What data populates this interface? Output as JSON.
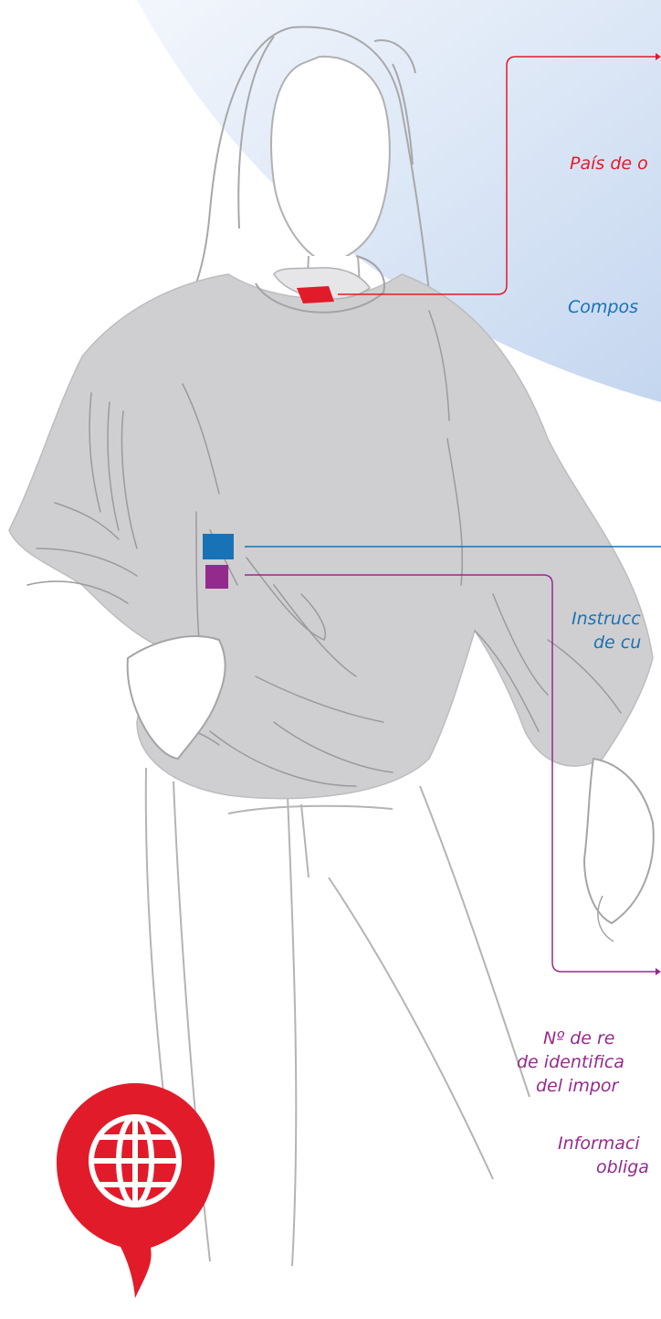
{
  "labels": {
    "country_of_origin": "País de o",
    "composition": "Compos",
    "care_instructions_line1": "Instrucc",
    "care_instructions_line2": "de cu",
    "registration_line1": "Nº de re",
    "registration_line2": "de identifica",
    "registration_line3": "del impor",
    "mandatory_info_line1": "Informaci",
    "mandatory_info_line2": "obliga"
  },
  "colors": {
    "red": "#e21b2a",
    "blue": "#1a72b6",
    "purple": "#952a8e",
    "sweater": "#cfcfd1",
    "line": "#9a9a9c",
    "background_arc": "#c6d7ef"
  },
  "icons": {
    "globe_badge": "globe-speech-bubble-icon"
  }
}
